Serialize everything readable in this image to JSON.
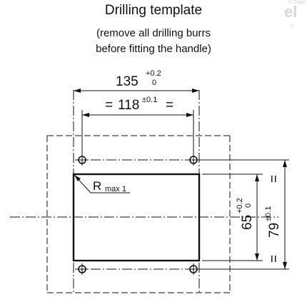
{
  "title": "Drilling template",
  "subtitle_line1": "(remove all drilling burrs",
  "subtitle_line2": "before fitting the handle)",
  "watermark": "el",
  "watermark_small_top": "© Copy",
  "watermark_small_side": "z",
  "dimensions": {
    "hole_spacing_width": {
      "equals_left": "=",
      "value": "118",
      "tolerance": "±0.1",
      "equals_right": "="
    },
    "cutout_width": {
      "value": "135",
      "tol_upper": "+0.2",
      "tol_lower": "0"
    },
    "cutout_height": {
      "value": "65",
      "tol_upper": "+0.2",
      "tol_lower": "0"
    },
    "hole_spacing_height": {
      "equals_top": "=",
      "value": "79",
      "tolerance": "±0.1",
      "equals_bottom": "="
    },
    "corner_radius": {
      "symbol": "R",
      "subscript": "max 1"
    }
  }
}
